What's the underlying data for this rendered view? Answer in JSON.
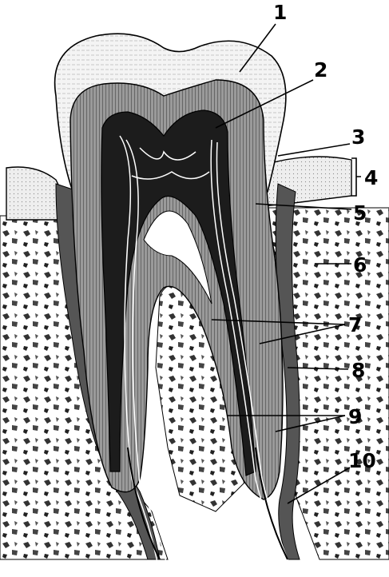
{
  "labels": {
    "l1": "1",
    "l2": "2",
    "l3": "3",
    "l4": "4",
    "l5": "5",
    "l6": "6",
    "l7": "7",
    "l8": "8",
    "l9": "9",
    "l10": "10"
  },
  "colors": {
    "ink": "#000000",
    "enamel": "#f2f2f2",
    "dentin": "#8a8a8a",
    "pulp": "#1a1a1a",
    "gum": "#d9d9d9",
    "bone_bg": "#f5f5f5",
    "background": "#ffffff"
  }
}
